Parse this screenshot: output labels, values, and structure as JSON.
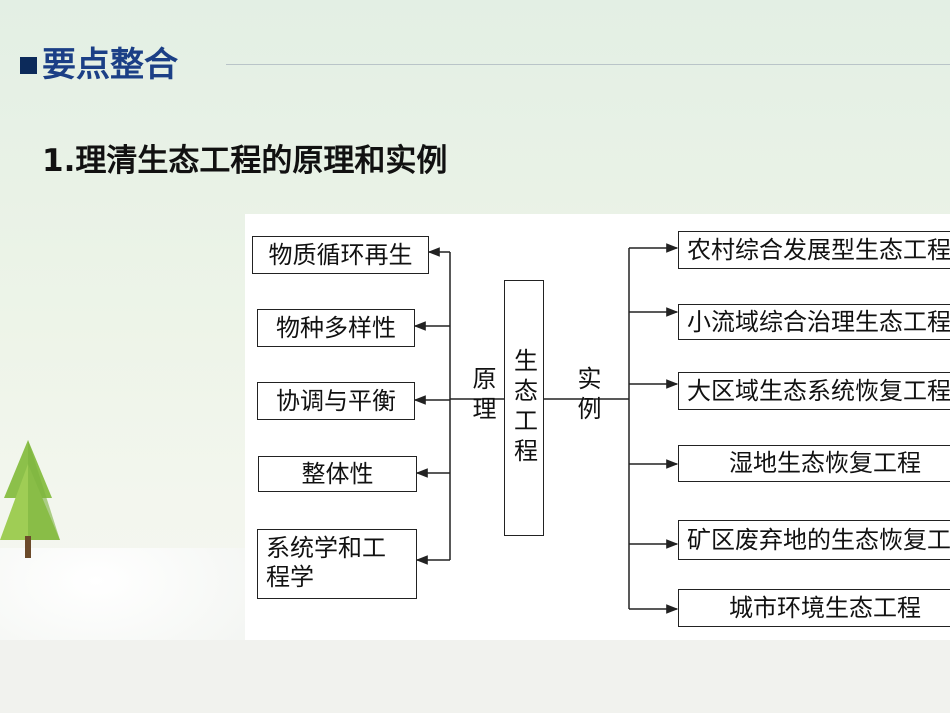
{
  "header": {
    "title": "要点整合"
  },
  "section": {
    "title": "1.理清生态工程的原理和实例"
  },
  "diagram": {
    "center": "生态工程",
    "left_label": "原理",
    "right_label": "实例",
    "principles": [
      "物质循环再生",
      "物种多样性",
      "协调与平衡",
      "整体性",
      "系统学和工程学"
    ],
    "examples": [
      "农村综合发展型生态工程",
      "小流域综合治理生态工程",
      "大区域生态系统恢复工程",
      "湿地生态恢复工程",
      "矿区废弃地的生态恢复工程",
      "城市环境生态工程"
    ]
  },
  "colors": {
    "header_square": "#0c2a5a",
    "header_title": "#1b3f86",
    "line": "#222222"
  }
}
